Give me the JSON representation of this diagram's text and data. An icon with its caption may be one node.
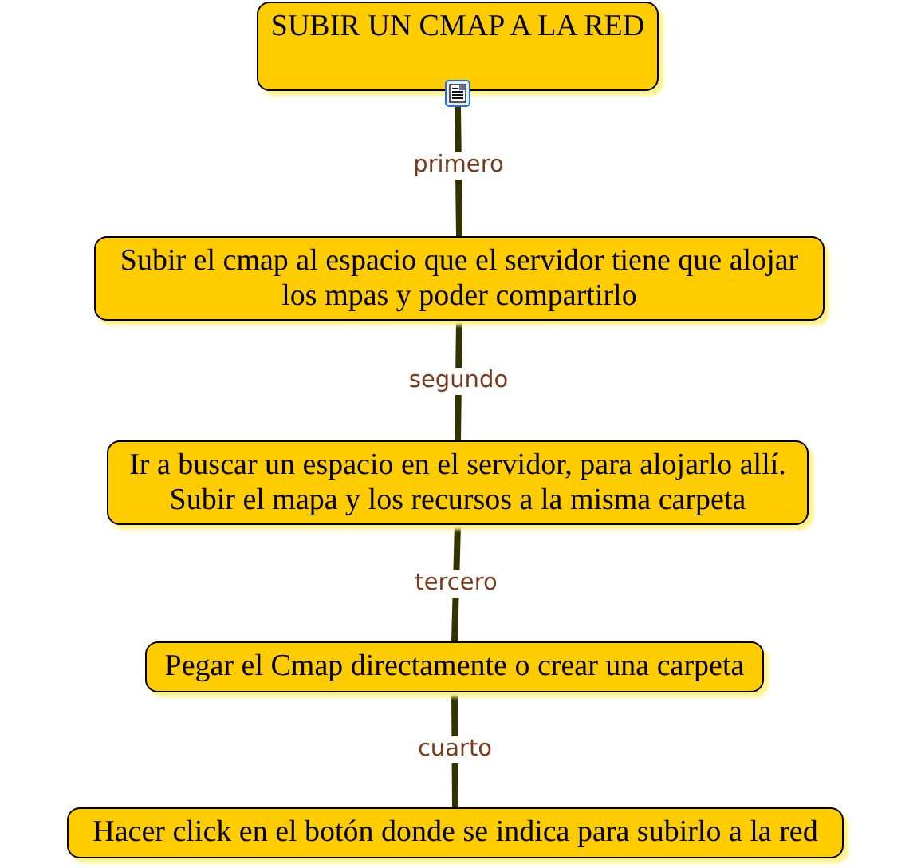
{
  "diagram": {
    "nodes": [
      {
        "text": [
          "SUBIR UN CMAP A LA RED"
        ]
      },
      {
        "text": [
          "Subir el cmap al espacio que el servidor tiene que alojar los mpas y poder compartirlo"
        ]
      },
      {
        "text": [
          "Ir a buscar un espacio en el servidor, para alojarlo allí. Subir el mapa y los recursos a la misma carpeta"
        ]
      },
      {
        "text": [
          "Pegar el Cmap directamente o crear una carpeta"
        ]
      },
      {
        "text": [
          "Hacer click en el botón donde se indica para subirlo a la red"
        ]
      }
    ],
    "edges": [
      {
        "from": 0,
        "to": 1,
        "arrow": "none",
        "label": "primero"
      },
      {
        "from": 1,
        "to": 2,
        "arrow": "none",
        "label": "segundo"
      },
      {
        "from": 2,
        "to": 3,
        "arrow": "none",
        "label": "tercero"
      },
      {
        "from": 3,
        "to": 4,
        "arrow": "none",
        "label": "cuarto"
      }
    ]
  }
}
